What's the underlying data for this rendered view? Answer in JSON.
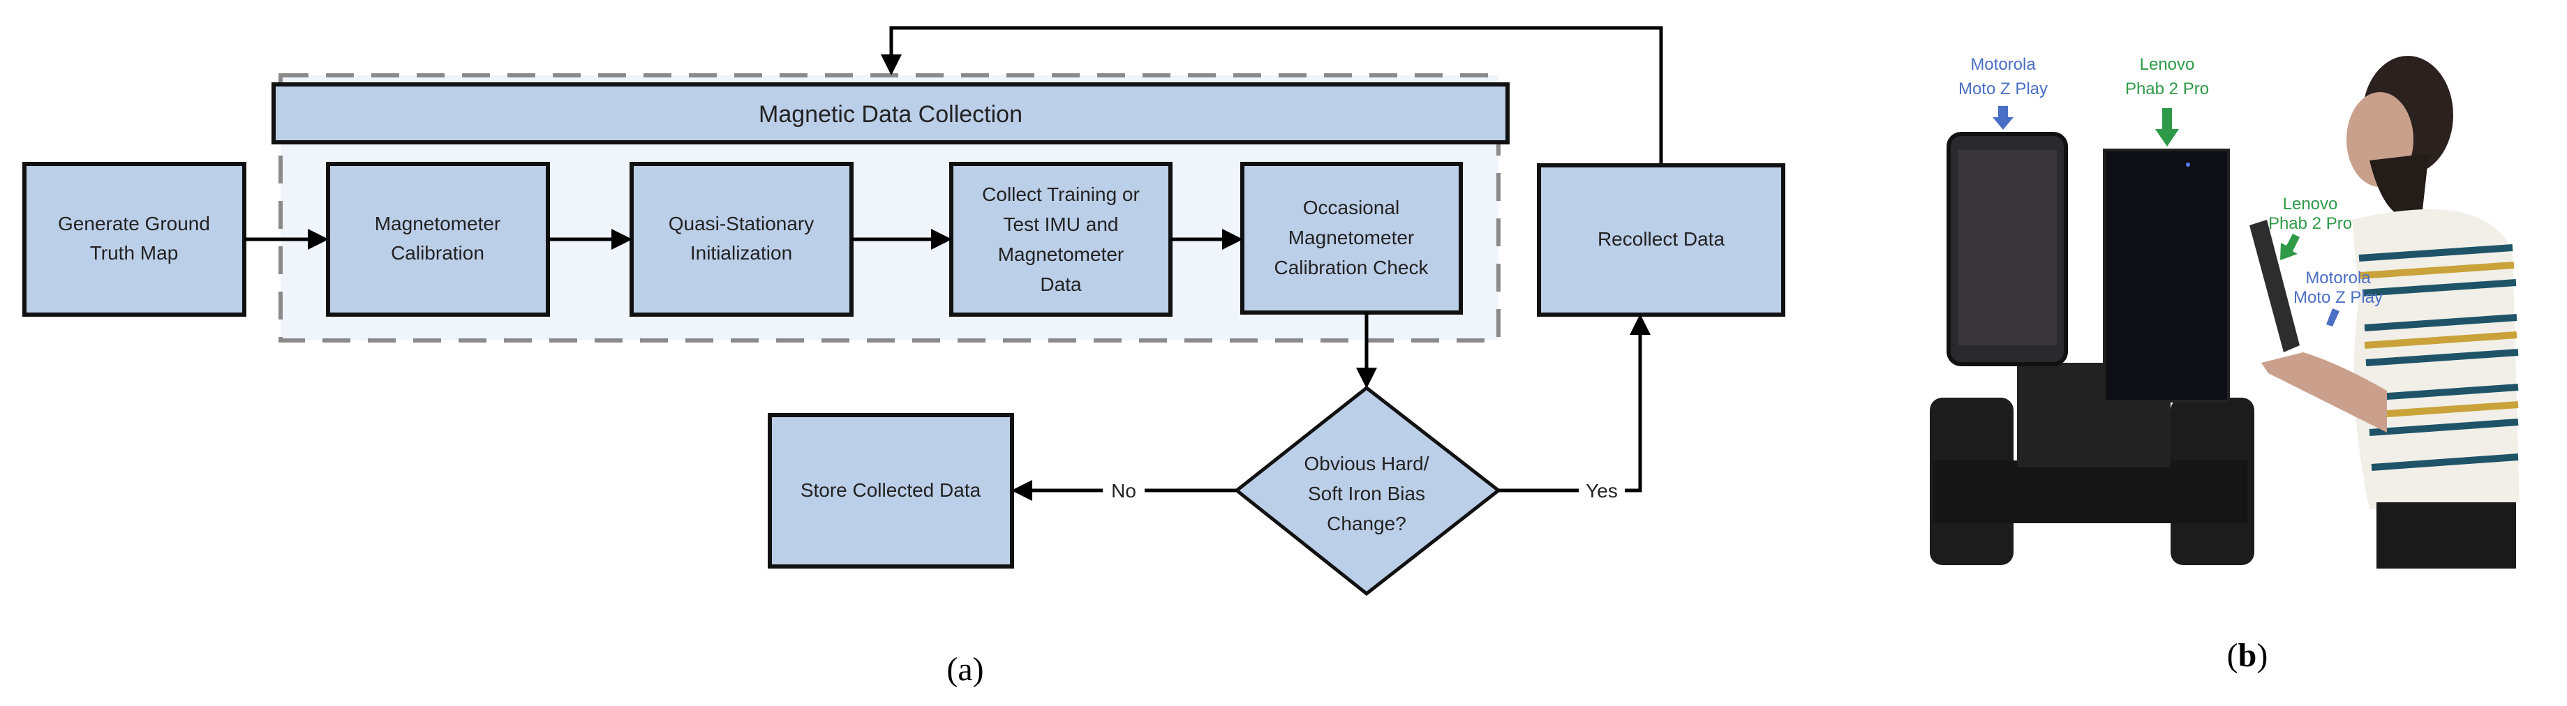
{
  "diagram": {
    "group_title": "Magnetic Data Collection",
    "boxes": {
      "generate": [
        "Generate Ground",
        "Truth Map"
      ],
      "calibration": [
        "Magnetometer",
        "Calibration"
      ],
      "quasi": [
        "Quasi-Stationary",
        "Initialization"
      ],
      "collect": [
        "Collect Training or",
        "Test IMU and",
        "Magnetometer",
        "Data"
      ],
      "check": [
        "Occasional",
        "Magnetometer",
        "Calibration Check"
      ],
      "recollect": [
        "Recollect Data"
      ],
      "store": [
        "Store Collected Data"
      ]
    },
    "decision": [
      "Obvious Hard/",
      "Soft Iron Bias",
      "Change?"
    ],
    "edge_no": "No",
    "edge_yes": "Yes",
    "caption": "(a)"
  },
  "photo": {
    "labels": {
      "motorola_top": [
        "Motorola",
        "Moto Z Play"
      ],
      "lenovo_top": [
        "Lenovo",
        "Phab 2 Pro"
      ],
      "lenovo_hand": [
        "Lenovo",
        "Phab 2 Pro"
      ],
      "motorola_hand": [
        "Motorola",
        "Moto Z Play"
      ]
    },
    "colors": {
      "motorola": "#4a6fc4",
      "lenovo": "#2e9a48"
    },
    "caption_letter": "b",
    "caption_open": "(",
    "caption_close": ")"
  }
}
